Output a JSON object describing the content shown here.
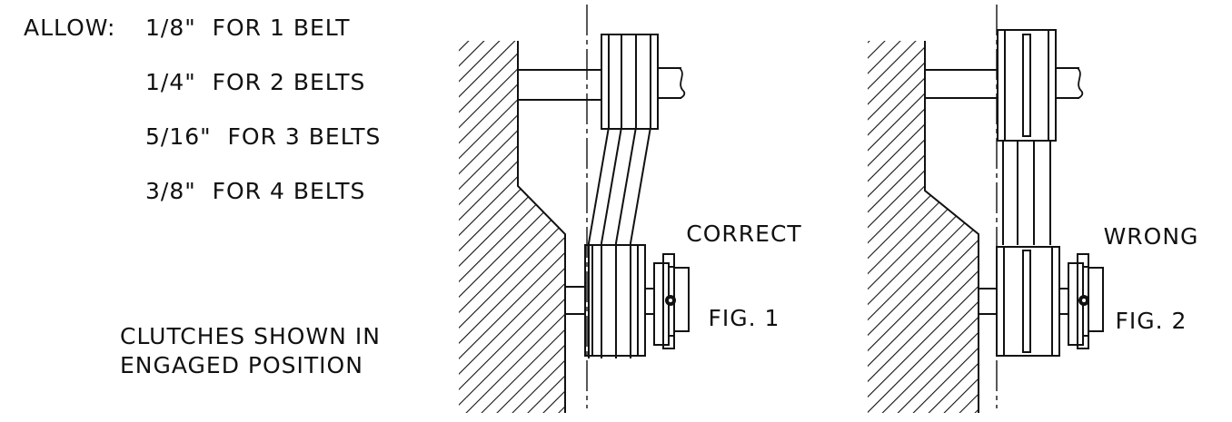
{
  "allowance": {
    "label": "ALLOW:",
    "items": [
      "1/8\"  FOR 1 BELT",
      "1/4\"  FOR 2 BELTS",
      "5/16\"  FOR 3 BELTS",
      "3/8\"  FOR 4 BELTS"
    ]
  },
  "note": {
    "line1": "CLUTCHES SHOWN IN",
    "line2": "ENGAGED POSITION"
  },
  "figures": [
    {
      "status": "CORRECT",
      "caption": "FIG. 1"
    },
    {
      "status": "WRONG",
      "caption": "FIG. 2"
    }
  ],
  "colors": {
    "ink": "#111111",
    "background": "#ffffff"
  }
}
